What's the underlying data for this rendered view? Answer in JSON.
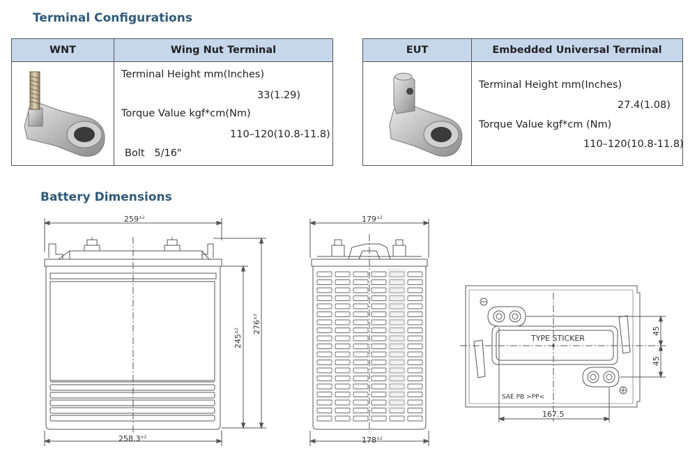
{
  "terminal_section": {
    "title": "Terminal Configurations"
  },
  "wnt": {
    "code": "WNT",
    "name": "Wing Nut Terminal",
    "height_label": "Terminal Height mm(Inches)",
    "height_value": "33(1.29)",
    "torque_label": "Torque Value kgf*cm(Nm)",
    "torque_value": "110–120(10.8-11.8)",
    "bolt_label": "Bolt",
    "bolt_value": "5/16\""
  },
  "eut": {
    "code": "EUT",
    "name": "Embedded Universal Terminal",
    "height_label": "Terminal Height mm(Inches)",
    "height_value": "27.4(1.08)",
    "torque_label": "Torque Value kgf*cm (Nm)",
    "torque_value": "110–120(10.8-11.8)"
  },
  "dimensions_section": {
    "title": "Battery Dimensions"
  },
  "front_view": {
    "top_width": "259",
    "top_width_tol": "±2",
    "bottom_width": "258.3",
    "bottom_width_tol": "±2",
    "container_height": "245",
    "container_height_tol": "±2",
    "total_height": "276",
    "total_height_tol": "±3"
  },
  "side_view": {
    "top_width": "179",
    "top_width_tol": "±2",
    "bottom_width": "178",
    "bottom_width_tol": "±2"
  },
  "top_view": {
    "sticker": "TYPE STICKER",
    "marking": "SAE PB >PP<",
    "dim_upper": "45",
    "dim_lower": "45",
    "dim_bottom": "167.5"
  },
  "colors": {
    "header_fill": "#c6d7ec",
    "title_color": "#2f5a7a",
    "drawing_line": "#555555"
  }
}
